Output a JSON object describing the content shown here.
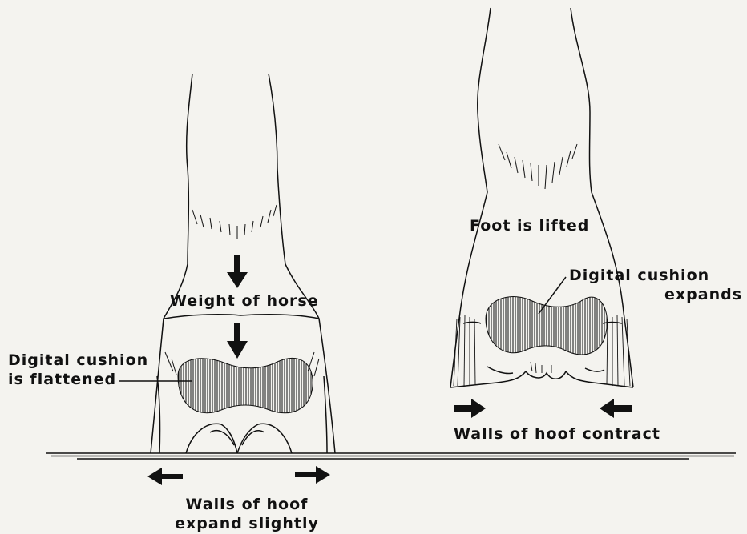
{
  "diagram": {
    "ink_color": "#111111",
    "paper_color": "#f4f3ef",
    "left_hoof": {
      "weight_label": "Weight of horse",
      "cushion_label": [
        "Digital cushion",
        "is flattened"
      ],
      "walls_label": [
        "Walls of hoof",
        "expand slightly"
      ]
    },
    "right_hoof": {
      "lift_label": "Foot is lifted",
      "cushion_label": [
        "Digital cushion",
        "expands"
      ],
      "walls_label": "Walls of hoof contract"
    }
  }
}
